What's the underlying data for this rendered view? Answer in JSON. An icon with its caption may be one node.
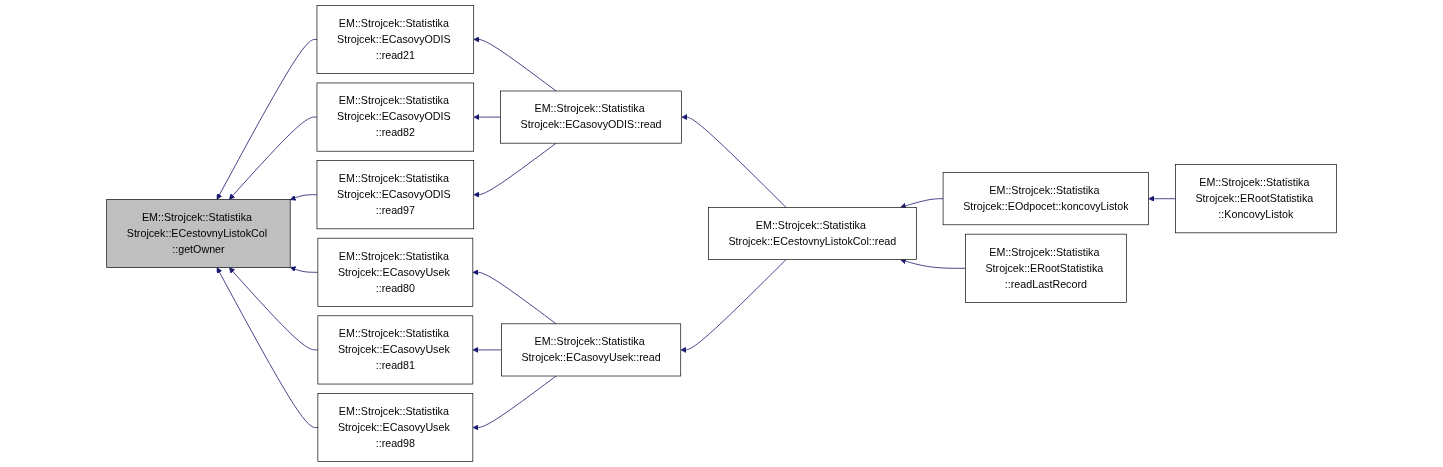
{
  "diagram": {
    "nodes": [
      {
        "text": [
          "EM::Strojcek::Statistika Strojcek::ECestovnyListokCol ::getOwner"
        ]
      },
      {
        "text": [
          "EM::Strojcek::Statistika Strojcek::ECasovyODIS ::read21"
        ]
      },
      {
        "text": [
          "EM::Strojcek::Statistika Strojcek::ECasovyODIS ::read82"
        ]
      },
      {
        "text": [
          "EM::Strojcek::Statistika Strojcek::ECasovyODIS ::read97"
        ]
      },
      {
        "text": [
          "EM::Strojcek::Statistika Strojcek::ECasovyUsek ::read80"
        ]
      },
      {
        "text": [
          "EM::Strojcek::Statistika Strojcek::ECasovyUsek ::read81"
        ]
      },
      {
        "text": [
          "EM::Strojcek::Statistika Strojcek::ECasovyUsek ::read98"
        ]
      },
      {
        "text": [
          "EM::Strojcek::Statistika Strojcek::ECasovyODIS::read"
        ]
      },
      {
        "text": [
          "EM::Strojcek::Statistika Strojcek::ECasovyUsek::read"
        ]
      },
      {
        "text": [
          "EM::Strojcek::Statistika Strojcek::ECestovnyListokCol::read"
        ]
      },
      {
        "text": [
          "EM::Strojcek::Statistika Strojcek::EOdpocet::koncovyListok"
        ]
      },
      {
        "text": [
          "EM::Strojcek::Statistika Strojcek::ERootStatistika ::readLastRecord"
        ]
      },
      {
        "text": [
          "EM::Strojcek::Statistika Strojcek::ERootStatistika ::KoncovyListok"
        ]
      }
    ],
    "edges": [
      {
        "from": 1,
        "to": 0,
        "arrow": "to"
      },
      {
        "from": 2,
        "to": 0,
        "arrow": "to"
      },
      {
        "from": 3,
        "to": 0,
        "arrow": "to"
      },
      {
        "from": 4,
        "to": 0,
        "arrow": "to"
      },
      {
        "from": 5,
        "to": 0,
        "arrow": "to"
      },
      {
        "from": 6,
        "to": 0,
        "arrow": "to"
      },
      {
        "from": 7,
        "to": 1,
        "arrow": "to"
      },
      {
        "from": 7,
        "to": 2,
        "arrow": "to"
      },
      {
        "from": 7,
        "to": 3,
        "arrow": "to"
      },
      {
        "from": 8,
        "to": 4,
        "arrow": "to"
      },
      {
        "from": 8,
        "to": 5,
        "arrow": "to"
      },
      {
        "from": 8,
        "to": 6,
        "arrow": "to"
      },
      {
        "from": 9,
        "to": 7,
        "arrow": "to"
      },
      {
        "from": 9,
        "to": 8,
        "arrow": "to"
      },
      {
        "from": 10,
        "to": 9,
        "arrow": "to"
      },
      {
        "from": 11,
        "to": 9,
        "arrow": "to"
      },
      {
        "from": 12,
        "to": 10,
        "arrow": "to"
      }
    ]
  }
}
